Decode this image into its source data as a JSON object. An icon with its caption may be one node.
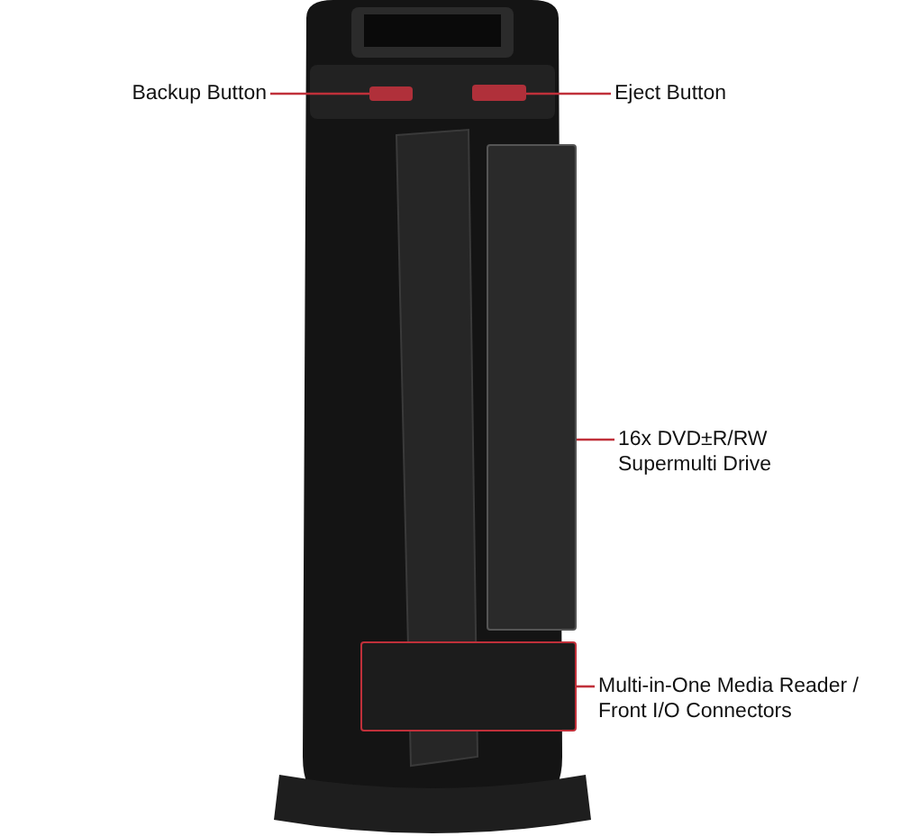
{
  "diagram": {
    "nodes": [
      {
        "text": [],
        "shape": "picture"
      },
      {
        "text": [
          "Backup Button"
        ]
      },
      {
        "text": [],
        "shape": "box",
        "in": 0
      },
      {
        "text": [
          "Eject Button"
        ]
      },
      {
        "text": [],
        "shape": "box",
        "in": 0
      },
      {
        "text": [
          "16x DVD±R/RW Supermulti Drive"
        ]
      },
      {
        "text": [],
        "shape": "box",
        "in": 0
      },
      {
        "text": [
          "Multi-in-One Media Reader / Front I/O Connectors"
        ]
      },
      {
        "text": [],
        "shape": "box",
        "in": 0
      }
    ],
    "edges": [
      {
        "from": 1,
        "to": 2,
        "arrow": "none"
      },
      {
        "from": 3,
        "to": 4,
        "arrow": "none"
      },
      {
        "from": 5,
        "to": 6,
        "arrow": "none"
      },
      {
        "from": 7,
        "to": 8,
        "arrow": "none"
      }
    ]
  }
}
